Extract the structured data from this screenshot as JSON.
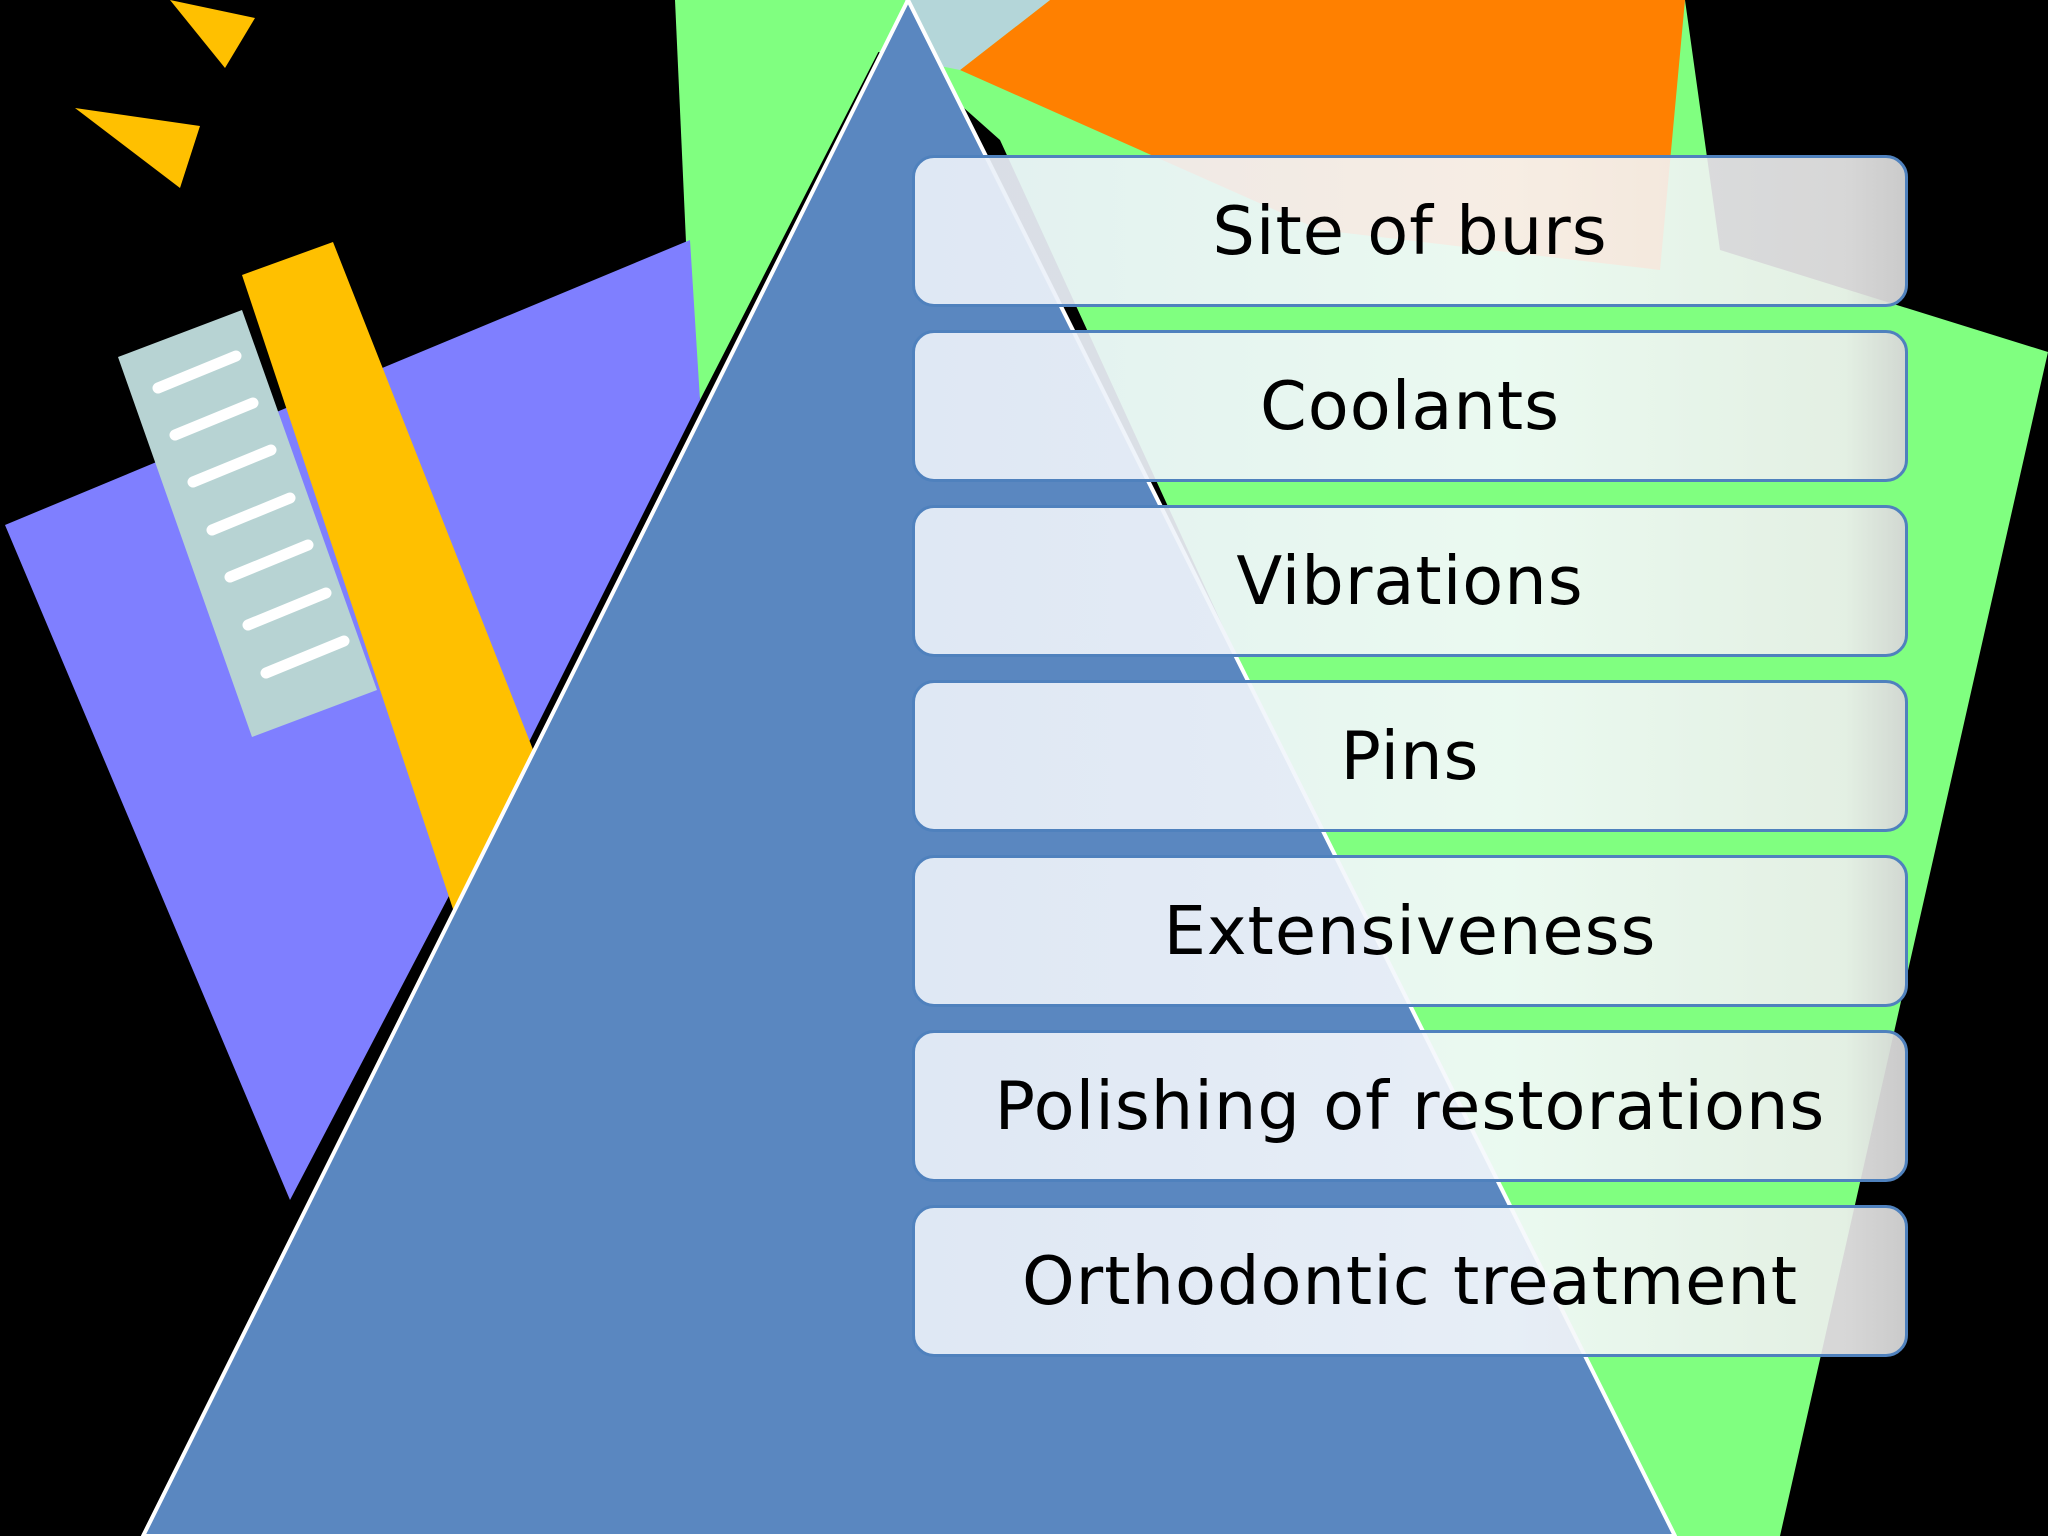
{
  "colors": {
    "background": "#000000",
    "pyramid": "#5a87c0",
    "box_border": "#4f81bd",
    "violet_sheet": "#7f7fff",
    "green_sheet": "#80ff80",
    "orange_sheet": "#ff8000",
    "yellow": "#ffc000",
    "steel_tab": "#b7d3d3"
  },
  "items": [
    {
      "label": "Site of burs"
    },
    {
      "label": "Coolants"
    },
    {
      "label": "Vibrations"
    },
    {
      "label": "Pins"
    },
    {
      "label": "Extensiveness"
    },
    {
      "label": "Polishing of restorations"
    },
    {
      "label": "Orthodontic treatment"
    }
  ]
}
